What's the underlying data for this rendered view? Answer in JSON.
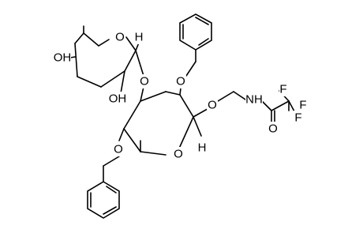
{
  "atom_labels": {
    "ring1_oh_top": "OH",
    "ring1_oh_bottom": "OH",
    "ring1_o": "O",
    "ring1_h": "H",
    "glyco_o1": "O",
    "benzyl_o_top": "O",
    "ring2_o_chain": "O",
    "nh": "NH",
    "carbonyl_o": "O",
    "f1": "F",
    "f2": "F",
    "f3": "F",
    "benzyl_o_left": "O",
    "ring2_o": "O",
    "ring2_h": "H"
  }
}
